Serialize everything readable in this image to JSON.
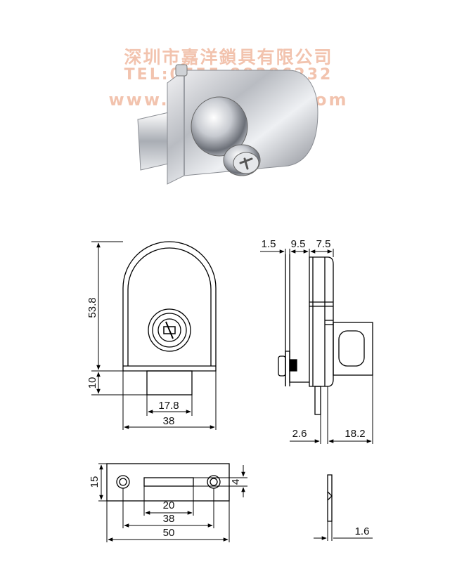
{
  "watermark": {
    "company": "深圳市嘉洋鎖具有限公司",
    "tel": "TEL:0755-88386232",
    "web": "www.top-grades.com"
  },
  "front_view": {
    "height_total": "53.8",
    "height_bottom": "10",
    "width_bolt": "17.8",
    "width_body": "38"
  },
  "side_view": {
    "top_a": "1.5",
    "top_b": "9.5",
    "top_c": "7.5",
    "bottom_a": "2.6",
    "bottom_b": "18.2"
  },
  "strike_plate": {
    "height": "15",
    "slot_height": "4",
    "slot_width": "20",
    "hole_spacing": "38",
    "length": "50",
    "thickness": "1.6"
  }
}
